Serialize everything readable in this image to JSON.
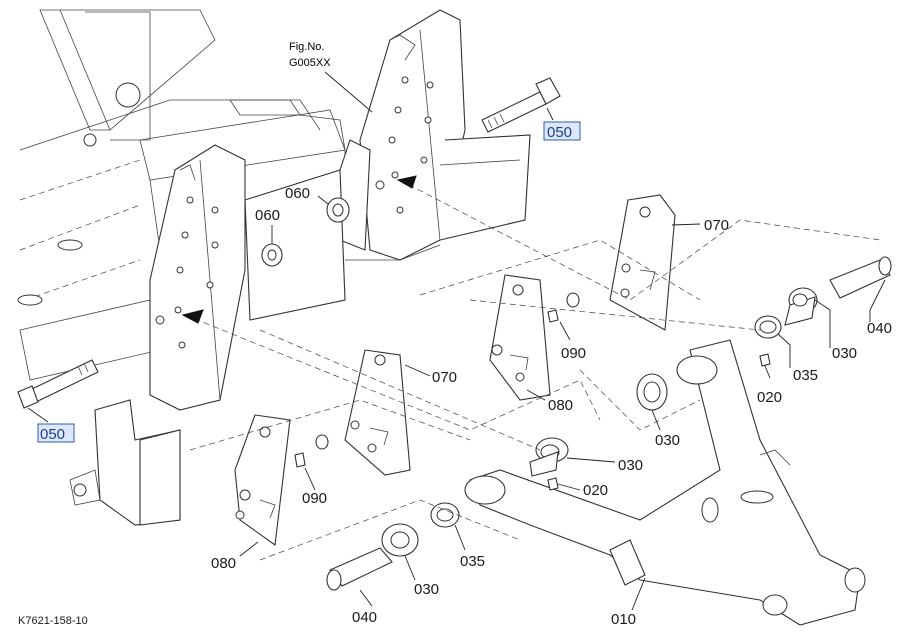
{
  "figure": {
    "fig_no_label": "Fig.No.",
    "fig_no_value": "G005XX",
    "drawing_code": "K7621-158-10"
  },
  "callouts": {
    "bolt_right": "050",
    "bolt_left": "050",
    "nut_upper": "060",
    "nut_lower": "060",
    "plate_right_070": "070",
    "plate_left_070": "070",
    "grease_090_right": "090",
    "grease_090_left": "090",
    "plate_right_080": "080",
    "plate_left_080": "080",
    "pin_right_040": "040",
    "pin_left_040": "040",
    "bushing_030_a": "030",
    "bushing_030_b": "030",
    "bushing_030_c": "030",
    "bushing_030_d": "030",
    "washer_035_right": "035",
    "washer_035_left": "035",
    "fitting_020_upper": "020",
    "fitting_020_lower": "020",
    "arm_010": "010"
  },
  "highlight_color": "#2e5cb8"
}
